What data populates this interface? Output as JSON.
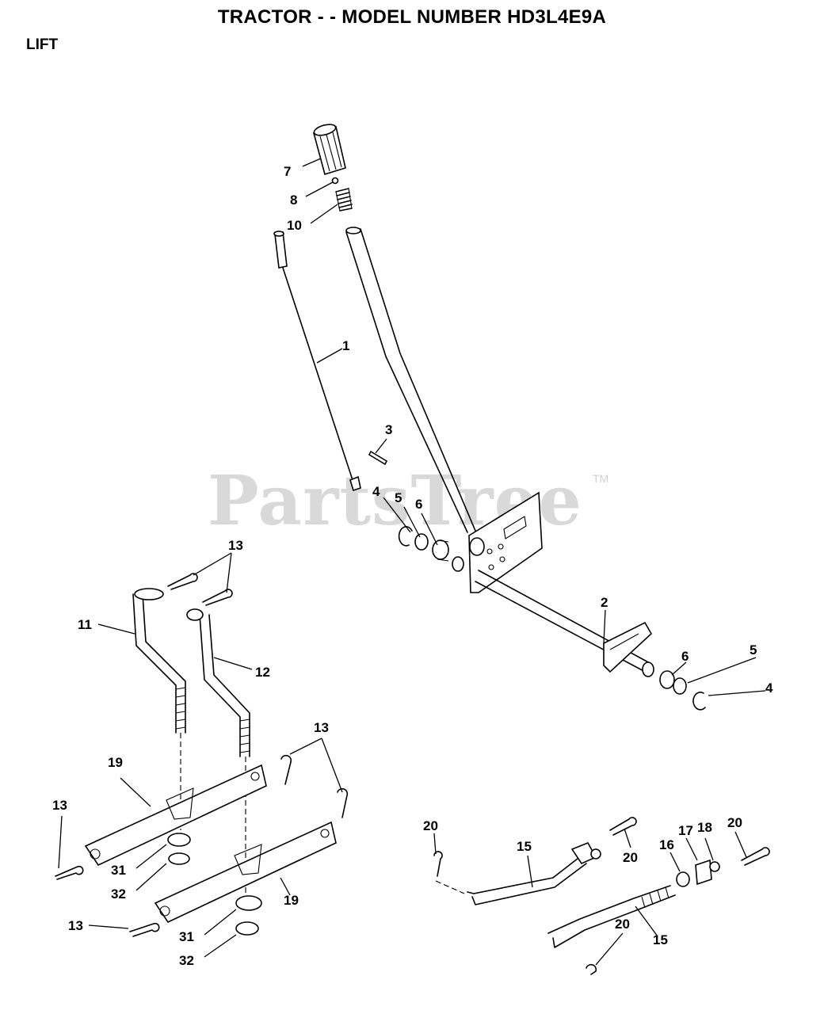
{
  "header": {
    "title": "TRACTOR - - MODEL NUMBER HD3L4E9A",
    "section": "LIFT"
  },
  "watermark": {
    "text": "PartsTree",
    "trademark": "TM"
  },
  "callouts": [
    {
      "id": "c7",
      "label": "7"
    },
    {
      "id": "c8",
      "label": "8"
    },
    {
      "id": "c10",
      "label": "10"
    },
    {
      "id": "c1",
      "label": "1"
    },
    {
      "id": "c3",
      "label": "3"
    },
    {
      "id": "c4a",
      "label": "4"
    },
    {
      "id": "c5a",
      "label": "5"
    },
    {
      "id": "c6a",
      "label": "6"
    },
    {
      "id": "c13a",
      "label": "13"
    },
    {
      "id": "c11",
      "label": "11"
    },
    {
      "id": "c12",
      "label": "12"
    },
    {
      "id": "c2",
      "label": "2"
    },
    {
      "id": "c6b",
      "label": "6"
    },
    {
      "id": "c5b",
      "label": "5"
    },
    {
      "id": "c4b",
      "label": "4"
    },
    {
      "id": "c19a",
      "label": "19"
    },
    {
      "id": "c13b",
      "label": "13"
    },
    {
      "id": "c13c",
      "label": "13"
    },
    {
      "id": "c31a",
      "label": "31"
    },
    {
      "id": "c32a",
      "label": "32"
    },
    {
      "id": "c19b",
      "label": "19"
    },
    {
      "id": "c13d",
      "label": "13"
    },
    {
      "id": "c31b",
      "label": "31"
    },
    {
      "id": "c32b",
      "label": "32"
    },
    {
      "id": "c20a",
      "label": "20"
    },
    {
      "id": "c15a",
      "label": "15"
    },
    {
      "id": "c20b",
      "label": "20"
    },
    {
      "id": "c16",
      "label": "16"
    },
    {
      "id": "c17",
      "label": "17"
    },
    {
      "id": "c18",
      "label": "18"
    },
    {
      "id": "c20c",
      "label": "20"
    },
    {
      "id": "c20d",
      "label": "20"
    },
    {
      "id": "c15b",
      "label": "15"
    }
  ]
}
